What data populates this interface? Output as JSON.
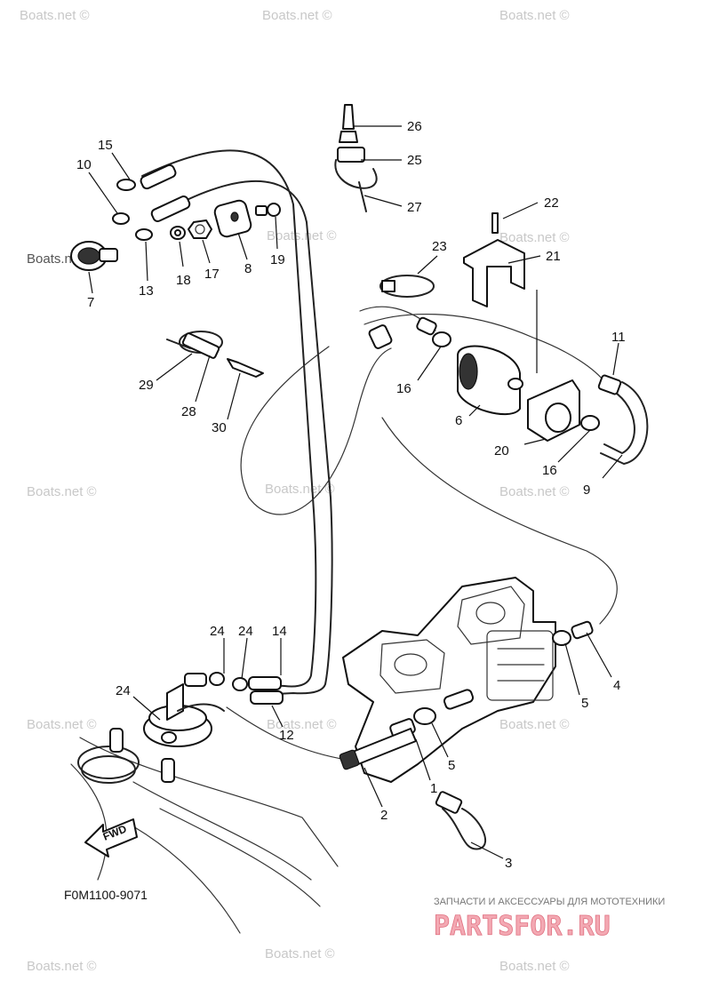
{
  "watermark_text": "Boats.net ©",
  "watermark_plain": "Boats.net",
  "diagram_code": "F0M1100-9071",
  "fwd_label": "FWD",
  "banner": {
    "tagline": "ЗАПЧАСТИ И АКСЕССУАРЫ ДЛЯ МОТОТЕХНИКИ",
    "logo": "PARTSFOR.RU",
    "colors": {
      "logo_fill": "#f3a9b3",
      "logo_stroke": "#e07080"
    }
  },
  "callouts": [
    "26",
    "25",
    "27",
    "15",
    "10",
    "22",
    "21",
    "23",
    "19",
    "8",
    "17",
    "18",
    "13",
    "7",
    "29",
    "28",
    "30",
    "11",
    "16",
    "6",
    "20",
    "16",
    "9",
    "24",
    "24",
    "14",
    "24",
    "12",
    "4",
    "5",
    "5",
    "1",
    "2",
    "3"
  ]
}
